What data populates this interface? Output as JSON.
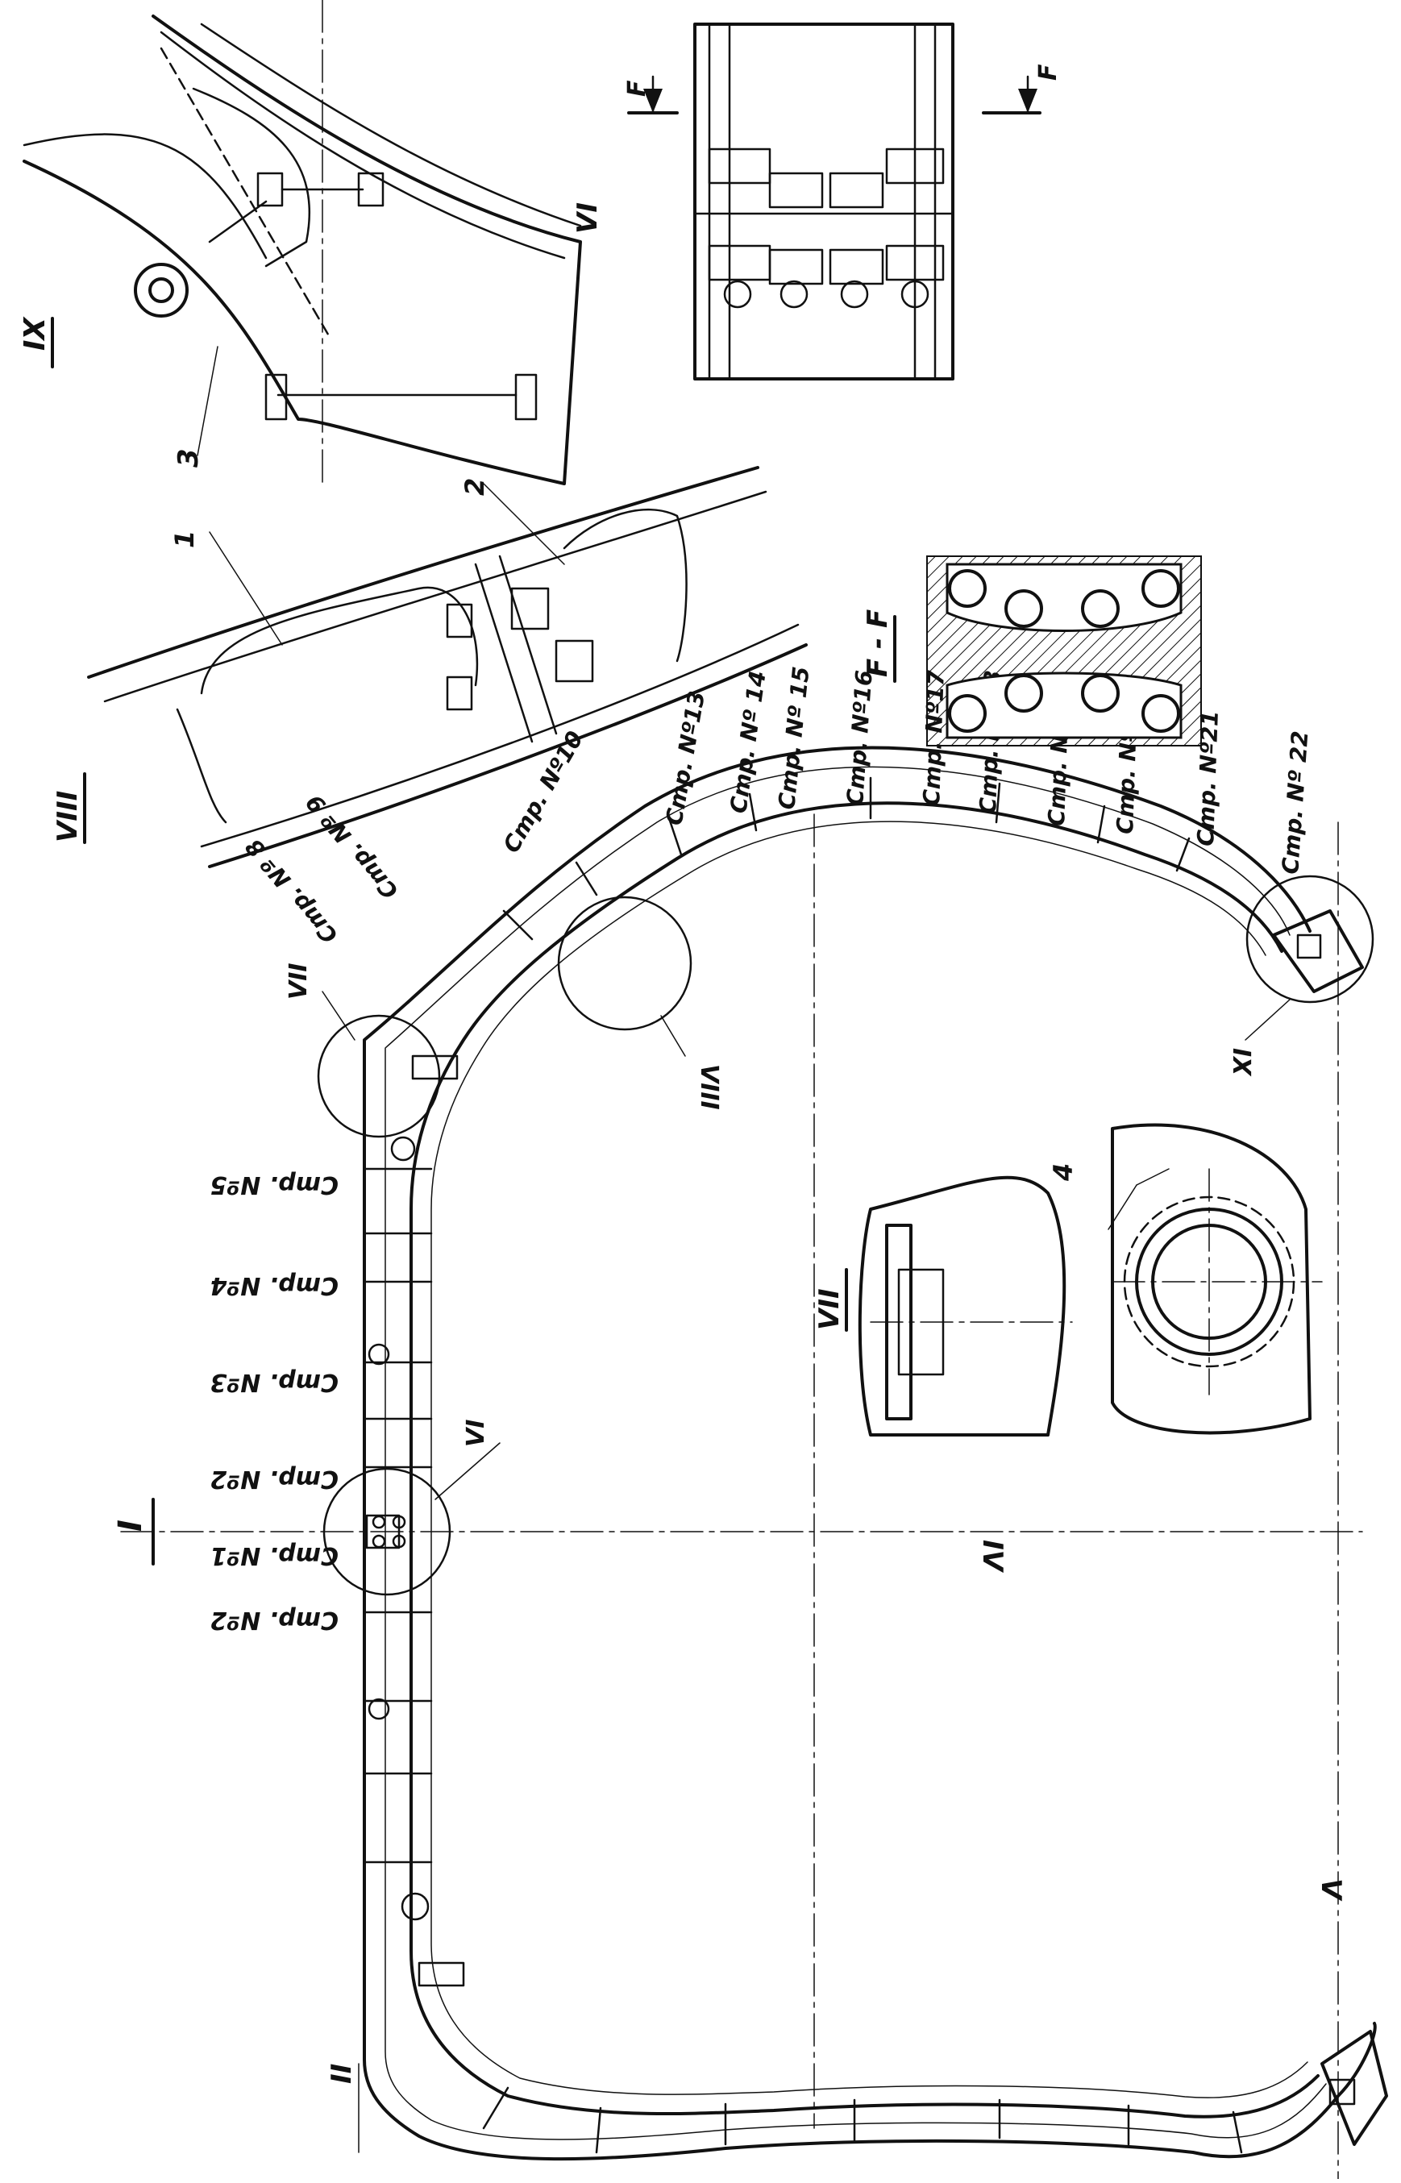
{
  "views": {
    "main": "I",
    "rear": "II",
    "axis_iv": "IV",
    "axis_v": "V",
    "detail_vi": "VI",
    "detail_vii": "VII",
    "detail_viii": "VIII",
    "detail_ix": "IX",
    "section": "F - F",
    "section_arrow": "F"
  },
  "callouts": {
    "c1": "1",
    "c2": "2",
    "c3": "3",
    "c4": "4"
  },
  "stringers": [
    "Cmp. Nº2",
    "Cmp. Nº1",
    "Cmp. Nº2",
    "Cmp. Nº3",
    "Cmp. Nº4",
    "Cmp. Nº5",
    "Cmp. Nº 8",
    "Cmp. Nº 9",
    "Cmp. Nº10",
    "Cmp. Nº13",
    "Cmp. Nº 14",
    "Cmp. Nº 15",
    "Cmp. Nº16",
    "Cmp. Nº17",
    "Cmp. Nº 18",
    "Cmp. Nº 19",
    "Cmp. Nº20",
    "Cmp. Nº21",
    "Cmp. Nº 22"
  ]
}
